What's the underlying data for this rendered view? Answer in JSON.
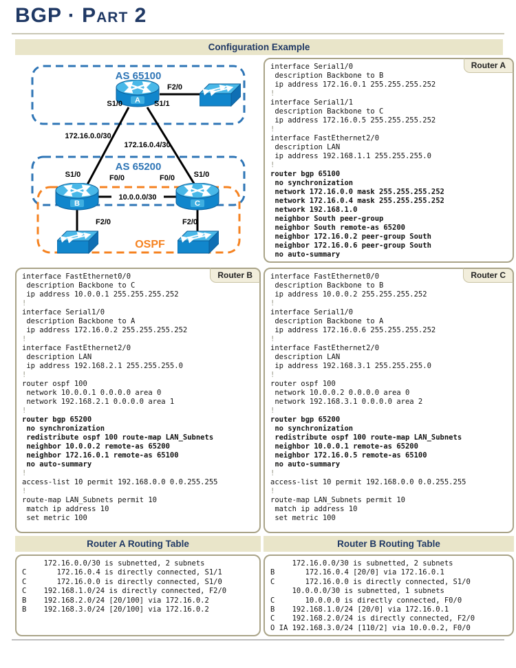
{
  "page": {
    "title": "BGP · Part 2"
  },
  "sections": {
    "config_example": "Configuration Example"
  },
  "colors": {
    "accent_navy": "#1F3864",
    "bar_beige": "#E9E5C9",
    "as_blue": "#2E75B6",
    "ospf_orange": "#F58220",
    "box_border_tan": "#A9A387",
    "cisco_blue": "#1186CC"
  },
  "diagram": {
    "as_top": "AS 65100",
    "as_bottom": "AS 65200",
    "ospf": "OSPF",
    "router_a": "A",
    "router_b": "B",
    "router_c": "C",
    "if_a_lan": "F2/0",
    "if_a_s10": "S1/0",
    "if_a_s11": "S1/1",
    "link_ab": "172.16.0.0/30",
    "link_ac": "172.16.0.4/30",
    "link_bc": "10.0.0.0/30",
    "if_b_s10": "S1/0",
    "if_c_s10": "S1/0",
    "if_b_f00": "F0/0",
    "if_c_f00": "F0/0",
    "if_b_lan": "F2/0",
    "if_c_lan": "F2/0"
  },
  "configs": {
    "router_a": {
      "label": "Router A",
      "lines": [
        {
          "t": "interface Serial1/0"
        },
        {
          "t": " description Backbone to B"
        },
        {
          "t": " ip address 172.16.0.1 255.255.255.252"
        },
        {
          "t": "!",
          "d": true
        },
        {
          "t": "interface Serial1/1"
        },
        {
          "t": " description Backbone to C"
        },
        {
          "t": " ip address 172.16.0.5 255.255.255.252"
        },
        {
          "t": "!",
          "d": true
        },
        {
          "t": "interface FastEthernet2/0"
        },
        {
          "t": " description LAN"
        },
        {
          "t": " ip address 192.168.1.1 255.255.255.0"
        },
        {
          "t": "!",
          "d": true
        },
        {
          "t": "router bgp 65100",
          "b": true
        },
        {
          "t": " no synchronization",
          "b": true
        },
        {
          "t": " network 172.16.0.0 mask 255.255.255.252",
          "b": true
        },
        {
          "t": " network 172.16.0.4 mask 255.255.255.252",
          "b": true
        },
        {
          "t": " network 192.168.1.0",
          "b": true
        },
        {
          "t": " neighbor South peer-group",
          "b": true
        },
        {
          "t": " neighbor South remote-as 65200",
          "b": true
        },
        {
          "t": " neighbor 172.16.0.2 peer-group South",
          "b": true
        },
        {
          "t": " neighbor 172.16.0.6 peer-group South",
          "b": true
        },
        {
          "t": " no auto-summary",
          "b": true
        }
      ]
    },
    "router_b": {
      "label": "Router B",
      "lines": [
        {
          "t": "interface FastEthernet0/0"
        },
        {
          "t": " description Backbone to C"
        },
        {
          "t": " ip address 10.0.0.1 255.255.255.252"
        },
        {
          "t": "!",
          "d": true
        },
        {
          "t": "interface Serial1/0"
        },
        {
          "t": " description Backbone to A"
        },
        {
          "t": " ip address 172.16.0.2 255.255.255.252"
        },
        {
          "t": "!",
          "d": true
        },
        {
          "t": "interface FastEthernet2/0"
        },
        {
          "t": " description LAN"
        },
        {
          "t": " ip address 192.168.2.1 255.255.255.0"
        },
        {
          "t": "!",
          "d": true
        },
        {
          "t": "router ospf 100"
        },
        {
          "t": " network 10.0.0.1 0.0.0.0 area 0"
        },
        {
          "t": " network 192.168.2.1 0.0.0.0 area 1"
        },
        {
          "t": "!",
          "d": true
        },
        {
          "t": "router bgp 65200",
          "b": true
        },
        {
          "t": " no synchronization",
          "b": true
        },
        {
          "t": " redistribute ospf 100 route-map LAN_Subnets",
          "b": true
        },
        {
          "t": " neighbor 10.0.0.2 remote-as 65200",
          "b": true
        },
        {
          "t": " neighbor 172.16.0.1 remote-as 65100",
          "b": true
        },
        {
          "t": " no auto-summary",
          "b": true
        },
        {
          "t": "!",
          "d": true
        },
        {
          "t": "access-list 10 permit 192.168.0.0 0.0.255.255"
        },
        {
          "t": "!",
          "d": true
        },
        {
          "t": "route-map LAN_Subnets permit 10"
        },
        {
          "t": " match ip address 10"
        },
        {
          "t": " set metric 100"
        }
      ]
    },
    "router_c": {
      "label": "Router C",
      "lines": [
        {
          "t": "interface FastEthernet0/0"
        },
        {
          "t": " description Backbone to B"
        },
        {
          "t": " ip address 10.0.0.2 255.255.255.252"
        },
        {
          "t": "!",
          "d": true
        },
        {
          "t": "interface Serial1/0"
        },
        {
          "t": " description Backbone to A"
        },
        {
          "t": " ip address 172.16.0.6 255.255.255.252"
        },
        {
          "t": "!",
          "d": true
        },
        {
          "t": "interface FastEthernet2/0"
        },
        {
          "t": " description LAN"
        },
        {
          "t": " ip address 192.168.3.1 255.255.255.0"
        },
        {
          "t": "!",
          "d": true
        },
        {
          "t": "router ospf 100"
        },
        {
          "t": " network 10.0.0.2 0.0.0.0 area 0"
        },
        {
          "t": " network 192.168.3.1 0.0.0.0 area 2"
        },
        {
          "t": "!",
          "d": true
        },
        {
          "t": "router bgp 65200",
          "b": true
        },
        {
          "t": " no synchronization",
          "b": true
        },
        {
          "t": " redistribute ospf 100 route-map LAN_Subnets",
          "b": true
        },
        {
          "t": " neighbor 10.0.0.1 remote-as 65200",
          "b": true
        },
        {
          "t": " neighbor 172.16.0.5 remote-as 65100",
          "b": true
        },
        {
          "t": " no auto-summary",
          "b": true
        },
        {
          "t": "!",
          "d": true
        },
        {
          "t": "access-list 10 permit 192.168.0.0 0.0.255.255"
        },
        {
          "t": "!",
          "d": true
        },
        {
          "t": "route-map LAN_Subnets permit 10"
        },
        {
          "t": " match ip address 10"
        },
        {
          "t": " set metric 100"
        }
      ]
    }
  },
  "routing_tables": {
    "router_a": {
      "header": "Router A Routing Table",
      "lines": [
        "     172.16.0.0/30 is subnetted, 2 subnets",
        "C       172.16.0.4 is directly connected, S1/1",
        "C       172.16.0.0 is directly connected, S1/0",
        "C    192.168.1.0/24 is directly connected, F2/0",
        "B    192.168.2.0/24 [20/100] via 172.16.0.2",
        "B    192.168.3.0/24 [20/100] via 172.16.0.2"
      ]
    },
    "router_b": {
      "header": "Router B Routing Table",
      "lines": [
        "     172.16.0.0/30 is subnetted, 2 subnets",
        "B       172.16.0.4 [20/0] via 172.16.0.1",
        "C       172.16.0.0 is directly connected, S1/0",
        "     10.0.0.0/30 is subnetted, 1 subnets",
        "C       10.0.0.0 is directly connected, F0/0",
        "B    192.168.1.0/24 [20/0] via 172.16.0.1",
        "C    192.168.2.0/24 is directly connected, F2/0",
        "O IA 192.168.3.0/24 [110/2] via 10.0.0.2, F0/0"
      ]
    }
  }
}
